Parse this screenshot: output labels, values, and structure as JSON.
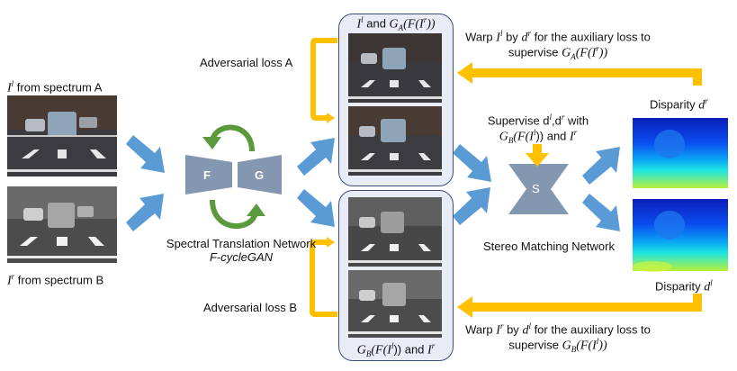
{
  "diagram": {
    "inputs": {
      "left_image": {
        "label_math": "I",
        "label_sup": "l",
        "label_text": " from spectrum A",
        "style": "color"
      },
      "right_image": {
        "label_math": "I",
        "label_sup": "r",
        "label_text": " from spectrum B",
        "style": "grayscale"
      }
    },
    "spectral_translation": {
      "title": "Spectral Translation Network",
      "subtitle": "F-cycleGAN",
      "generator_f": "F",
      "generator_g": "G"
    },
    "adversarial": {
      "loss_a": "Adversarial loss A",
      "loss_b": "Adversarial loss B"
    },
    "group_a": {
      "caption_parts": [
        "I",
        "l",
        " and ",
        "G",
        "A",
        "(F(I",
        "r",
        "))"
      ]
    },
    "group_b": {
      "caption_parts": [
        "G",
        "B",
        "(F(I",
        "l",
        ")) and ",
        "I",
        "r"
      ]
    },
    "stereo": {
      "title": "Stereo Matching Network",
      "letter": "S",
      "supervise_line1": "Supervise d",
      "supervise_sup1": "l",
      "supervise_mid": ",d",
      "supervise_sup2": "r",
      "supervise_end": " with",
      "supervise_line2_parts": [
        "G",
        "B",
        "(F(I",
        "l",
        ")) and ",
        "I",
        "r"
      ]
    },
    "disparity": {
      "right_label": "Disparity ",
      "right_sym": "d",
      "right_sup": "r",
      "left_label": "Disparity ",
      "left_sym": "d",
      "left_sup": "l"
    },
    "warp_top": {
      "line1_a": "Warp ",
      "line1_I": "I",
      "line1_Isup": "l",
      "line1_b": " by ",
      "line1_d": "d",
      "line1_dsup": "r",
      "line1_c": " for the auxiliary loss to",
      "line2_a": "supervise ",
      "line2_math": [
        "G",
        "A",
        "(F(I",
        "r",
        "))"
      ]
    },
    "warp_bottom": {
      "line1_a": "Warp ",
      "line1_I": "I",
      "line1_Isup": "r",
      "line1_b": " by ",
      "line1_d": "d",
      "line1_dsup": "l",
      "line1_c": " for the auxiliary loss to",
      "line2_a": "supervise ",
      "line2_math": [
        "G",
        "B",
        "(F(I",
        "l",
        "))"
      ]
    },
    "colors": {
      "flow_arrow": "#5b9bd5",
      "loss_arrow": "#ffc000",
      "cycle_arrow": "#5a9a3c",
      "network": "#8497b0",
      "box_border": "#3b4f7a",
      "box_fill": "#e9ecf6"
    }
  }
}
